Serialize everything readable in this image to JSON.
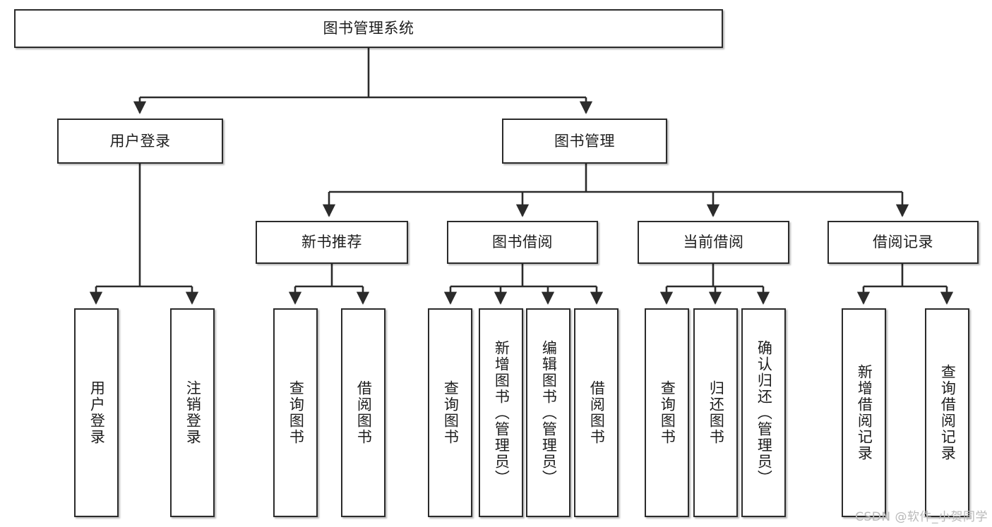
{
  "diagram": {
    "title": "图书管理系统",
    "watermark": "CSDN @软件_小贺同学",
    "root": {
      "label": "图书管理系统"
    },
    "level2": [
      {
        "label": "用户登录"
      },
      {
        "label": "图书管理"
      }
    ],
    "level3": [
      {
        "label": "新书推荐"
      },
      {
        "label": "图书借阅"
      },
      {
        "label": "当前借阅"
      },
      {
        "label": "借阅记录"
      }
    ],
    "leaves": {
      "user_login": [
        {
          "label": "用户登录"
        },
        {
          "label": "注销登录"
        }
      ],
      "new_book": [
        {
          "label": "查询图书"
        },
        {
          "label": "借阅图书"
        }
      ],
      "book_borrow": [
        {
          "label": "查询图书"
        },
        {
          "label": "新增图书（管理员）"
        },
        {
          "label": "编辑图书（管理员）"
        },
        {
          "label": "借阅图书"
        }
      ],
      "current_borrow": [
        {
          "label": "查询图书"
        },
        {
          "label": "归还图书"
        },
        {
          "label": "确认归还（管理员）"
        }
      ],
      "borrow_record": [
        {
          "label": "新增借阅记录"
        },
        {
          "label": "查询借阅记录"
        }
      ]
    },
    "colors": {
      "border": "#2b2b2b",
      "background": "#ffffff",
      "text": "#1d1d1d",
      "watermark": "#b9b9b9"
    }
  }
}
